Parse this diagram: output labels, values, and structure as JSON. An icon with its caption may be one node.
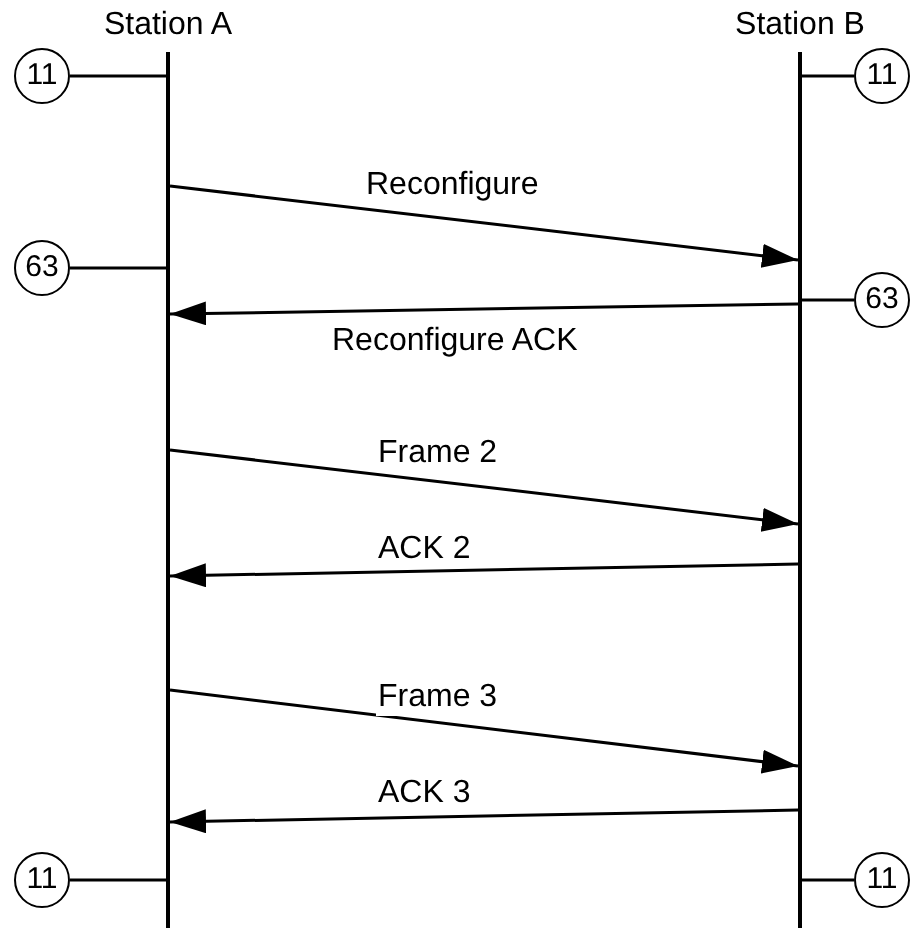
{
  "diagram": {
    "nodes": [
      {
        "text": [
          "Station A"
        ]
      },
      {
        "text": [
          "Station B"
        ]
      },
      {
        "text": [
          "11"
        ]
      },
      {
        "text": [
          "11"
        ]
      },
      {
        "text": [
          "63"
        ]
      },
      {
        "text": [
          "63"
        ]
      },
      {
        "text": [
          "11"
        ]
      },
      {
        "text": [
          "11"
        ]
      }
    ],
    "edges": [
      {
        "from": 2,
        "to": 0,
        "arrow": "none"
      },
      {
        "from": 3,
        "to": 1,
        "arrow": "none"
      },
      {
        "from": 0,
        "to": 1,
        "arrow": "to",
        "label": "Reconfigure"
      },
      {
        "from": 4,
        "to": 0,
        "arrow": "none"
      },
      {
        "from": 5,
        "to": 1,
        "arrow": "none"
      },
      {
        "from": 1,
        "to": 0,
        "arrow": "to",
        "label": "Reconfigure ACK"
      },
      {
        "from": 0,
        "to": 1,
        "arrow": "to",
        "label": "Frame 2"
      },
      {
        "from": 1,
        "to": 0,
        "arrow": "to",
        "label": "ACK 2"
      },
      {
        "from": 0,
        "to": 1,
        "arrow": "to",
        "label": "Frame 3"
      },
      {
        "from": 1,
        "to": 0,
        "arrow": "to",
        "label": "ACK 3"
      },
      {
        "from": 6,
        "to": 0,
        "arrow": "none"
      },
      {
        "from": 7,
        "to": 1,
        "arrow": "none"
      }
    ]
  }
}
